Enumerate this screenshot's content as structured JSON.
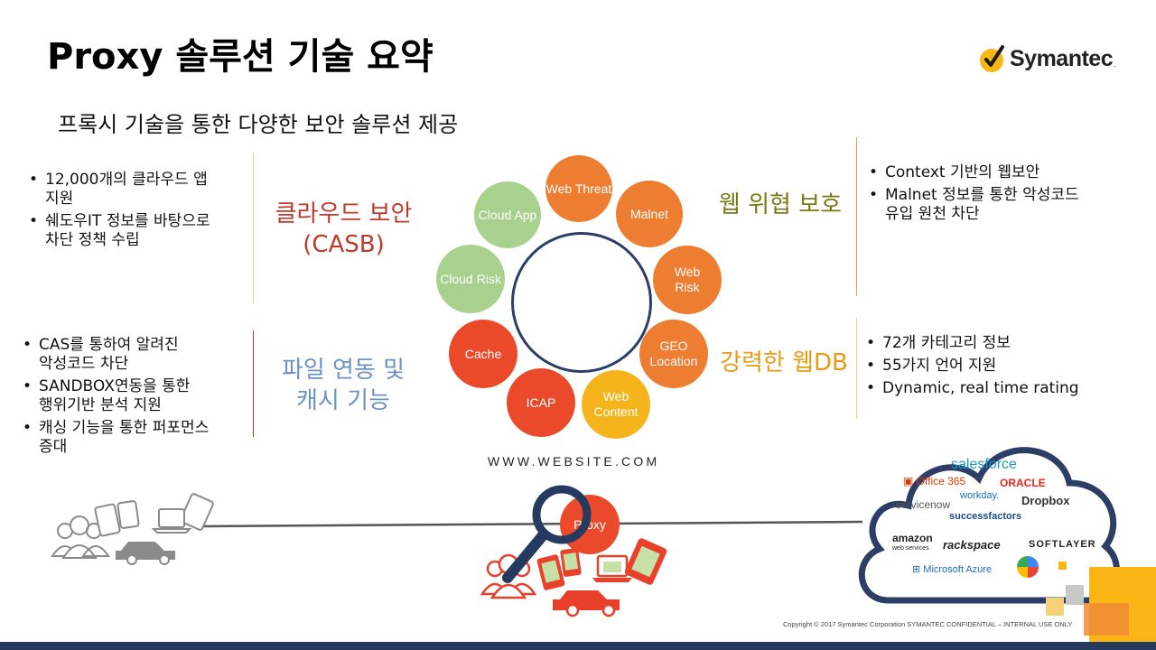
{
  "slide": {
    "title": "Proxy 솔루션 기술 요약",
    "subtitle": "프록시 기술을 통한 다양한 보안 솔루션 제공",
    "logo": {
      "text": "Symantec",
      "tm": "."
    },
    "website": "WWW.WEBSITE.COM",
    "copyright": "Copyright © 2017 Symantec Corporation SYMANTEC  CONFIDENTIAL – INTERNAL  USE ONLY"
  },
  "categories": {
    "cloud_security": {
      "line1": "클라우드 보안",
      "line2": "(CASB)",
      "color": "#c0392b"
    },
    "web_threat": {
      "label": "웹 위협 보호",
      "color": "#7a7a14"
    },
    "web_db": {
      "label": "강력한 웹DB",
      "color": "#e89a12"
    },
    "file_cache": {
      "line1": "파일 연동 및",
      "line2": "캐시 기능",
      "color": "#6a93c4"
    }
  },
  "bullets": {
    "top_left": [
      {
        "line1": "12,000개의 클라우드 앱",
        "line2": "지원"
      },
      {
        "line1": "쉐도우IT 정보를 바탕으로",
        "line2": "차단 정책 수립"
      }
    ],
    "bottom_left": [
      {
        "line1": "CAS를 통하여 알려진",
        "line2": "악성코드 차단"
      },
      {
        "line1": "SANDBOX연동을 통한",
        "line2": "행위기반 분석 지원"
      },
      {
        "line1": "캐싱 기능을 통한 퍼포먼스",
        "line2": "증대"
      }
    ],
    "top_right": [
      {
        "line1": "Context 기반의 웹보안",
        "line2": ""
      },
      {
        "line1": "Malnet 정보를 통한 악성코드",
        "line2": "유입 원천 차단"
      }
    ],
    "bottom_right": [
      {
        "line1": "72개 카테고리 정보",
        "line2": ""
      },
      {
        "line1": "55가지 언어 지원",
        "line2": ""
      },
      {
        "line1": "Dynamic, real time rating",
        "line2": ""
      }
    ]
  },
  "ring": [
    {
      "line1": "Web Threat",
      "line2": "",
      "color": "#ed7d31"
    },
    {
      "line1": "Malnet",
      "line2": "",
      "color": "#ed7d31"
    },
    {
      "line1": "Web",
      "line2": "Risk",
      "color": "#ed7d31"
    },
    {
      "line1": "GEO",
      "line2": "Location",
      "color": "#ed7d31"
    },
    {
      "line1": "Web",
      "line2": "Content",
      "color": "#f5b41b"
    },
    {
      "line1": "ICAP",
      "line2": "",
      "color": "#ea4a2a"
    },
    {
      "line1": "Cache",
      "line2": "",
      "color": "#ea4a2a"
    },
    {
      "line1": "Cloud Risk",
      "line2": "",
      "color": "#a9d18e"
    },
    {
      "line1": "Cloud App",
      "line2": "",
      "color": "#a9d18e"
    }
  ],
  "proxy": {
    "label": "Proxy",
    "color": "#ea4a2a"
  },
  "cloud_brands": {
    "salesforce": "salesforce",
    "office365": "Office 365",
    "oracle": "ORACLE",
    "servicenow": "servicenow",
    "workday": "workday.",
    "dropbox": "Dropbox",
    "successfactors": "successfactors",
    "amazon": "amazon",
    "amazon_sub": "web services",
    "rackspace": "rackspace",
    "softlayer": "SOFTLAYER",
    "azure": "Microsoft Azure"
  },
  "colors": {
    "ring_outline": "#2c3e66",
    "line_gray": "#555555",
    "footer": "#243a5e",
    "accent_yellow": "#fbb515"
  }
}
